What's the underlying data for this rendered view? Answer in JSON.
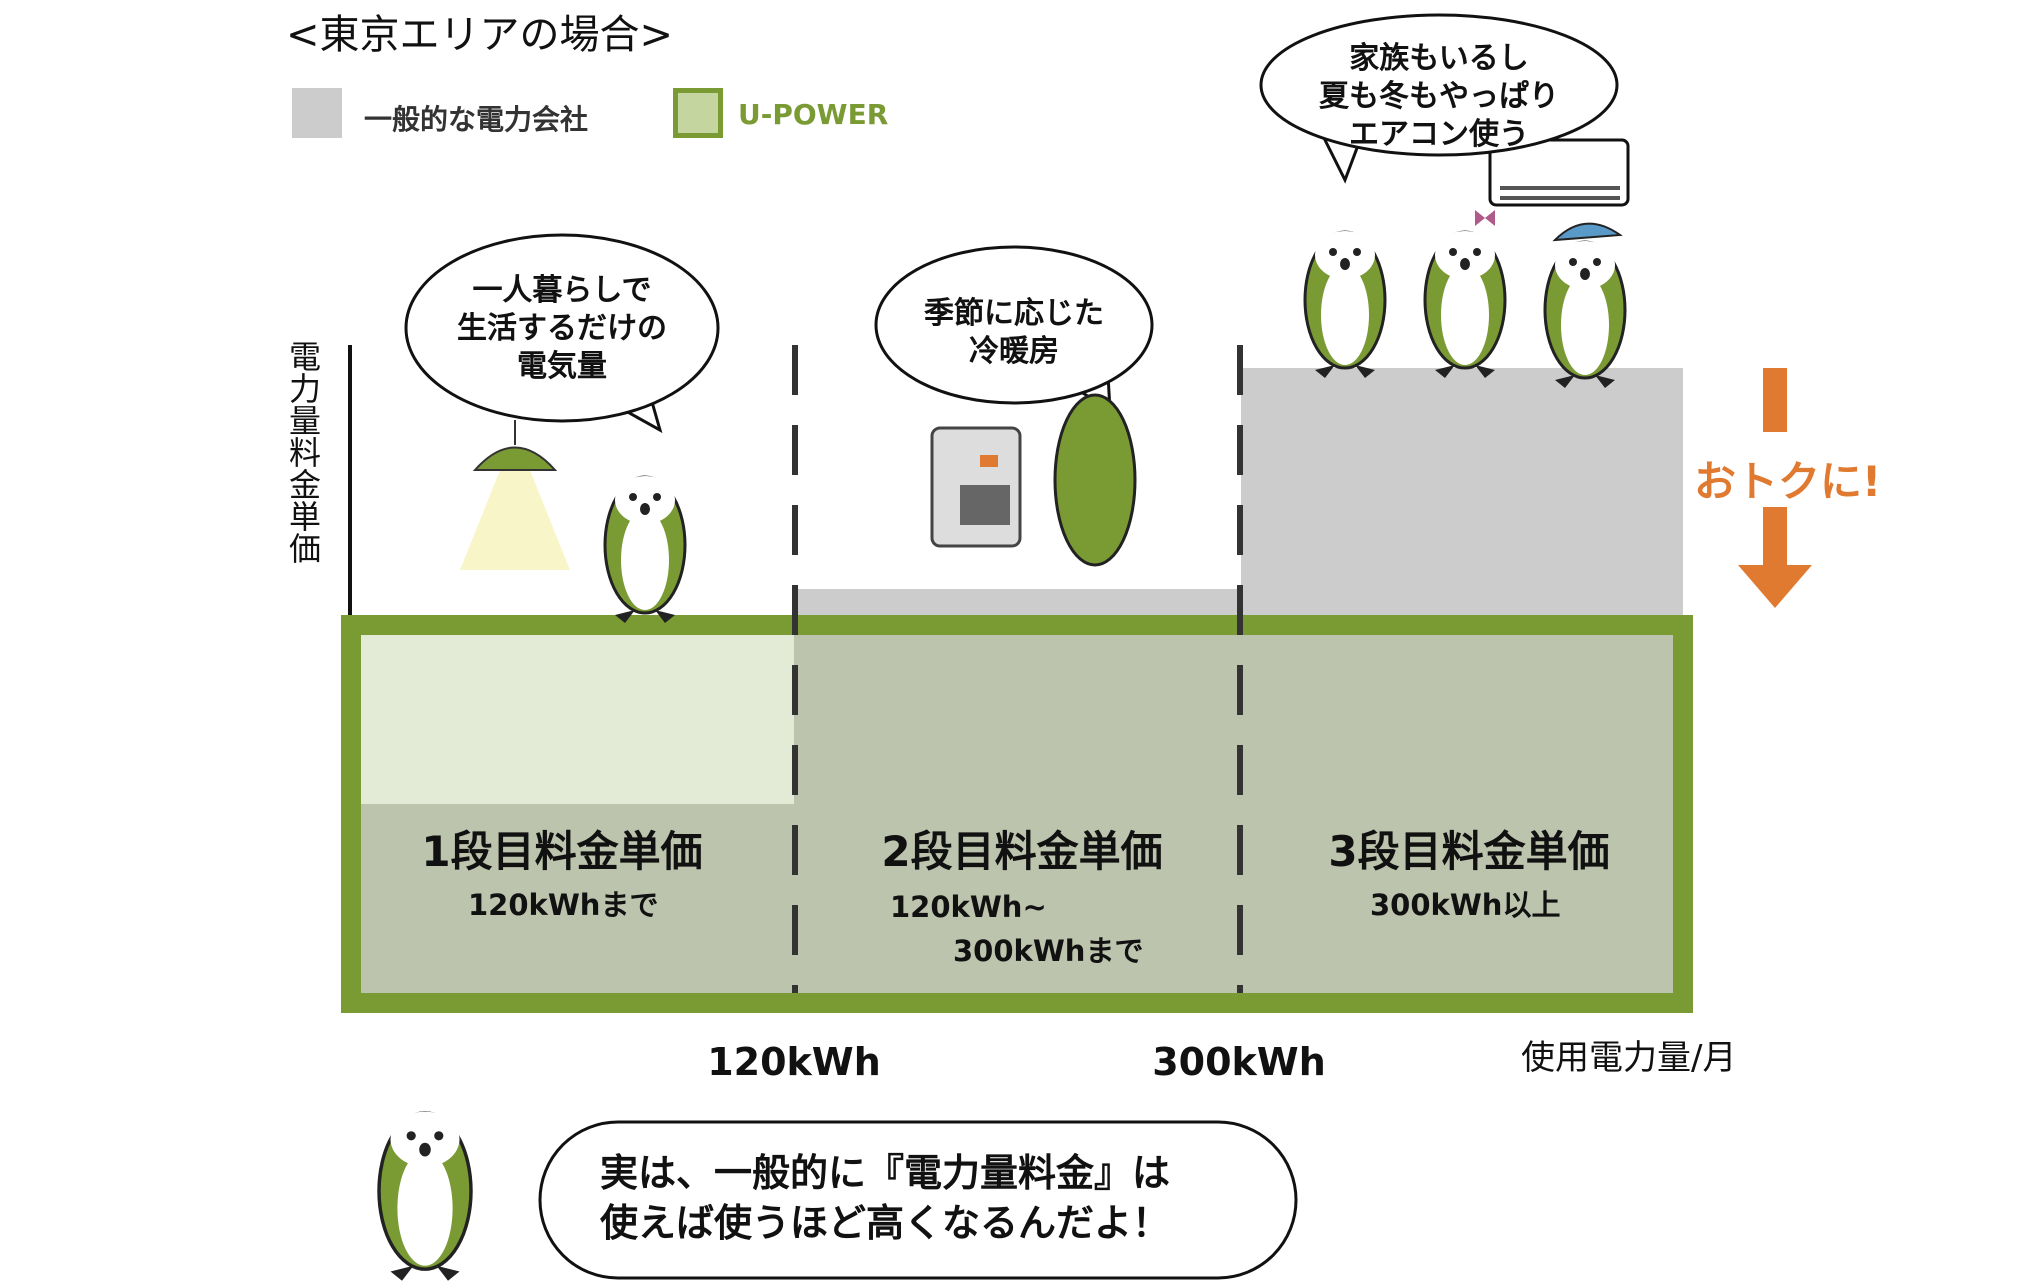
{
  "title": "<東京エリアの場合>",
  "legend": [
    {
      "label": "一般的な電力会社",
      "color": "#cccccc"
    },
    {
      "label": "U-POWER",
      "color": "#c5d5a0",
      "border": "#7a9a34"
    }
  ],
  "y_axis_label": "電力量料金単価",
  "x_axis_label": "使用電力量/月",
  "x_ticks": [
    "120kWh",
    "300kWh"
  ],
  "tiers": [
    {
      "name": "1段目料金単価",
      "range": [
        "120kWhまで"
      ]
    },
    {
      "name": "2段目料金単価",
      "range": [
        "120kWh~",
        "300kWhまで"
      ]
    },
    {
      "name": "3段目料金単価",
      "range": [
        "300kWh以上"
      ]
    }
  ],
  "bubbles": [
    {
      "lines": [
        "一人暮らしで",
        "生活するだけの",
        "電気量"
      ]
    },
    {
      "lines": [
        "季節に応じた",
        "冷暖房"
      ]
    },
    {
      "lines": [
        "家族もいるし",
        "夏も冬もやっぱり",
        "エアコン使う"
      ]
    }
  ],
  "savings": "おトクに!",
  "footer_bubble": [
    "実は、一般的に『電力量料金』は",
    "使えば使うほど高くなるんだよ！"
  ],
  "colors": {
    "green": "#7a9a34",
    "gray": "#cccccc",
    "upower_fill": "#bcc4ad",
    "tier1_light": "#e3ead6",
    "orange": "#e07a30"
  }
}
